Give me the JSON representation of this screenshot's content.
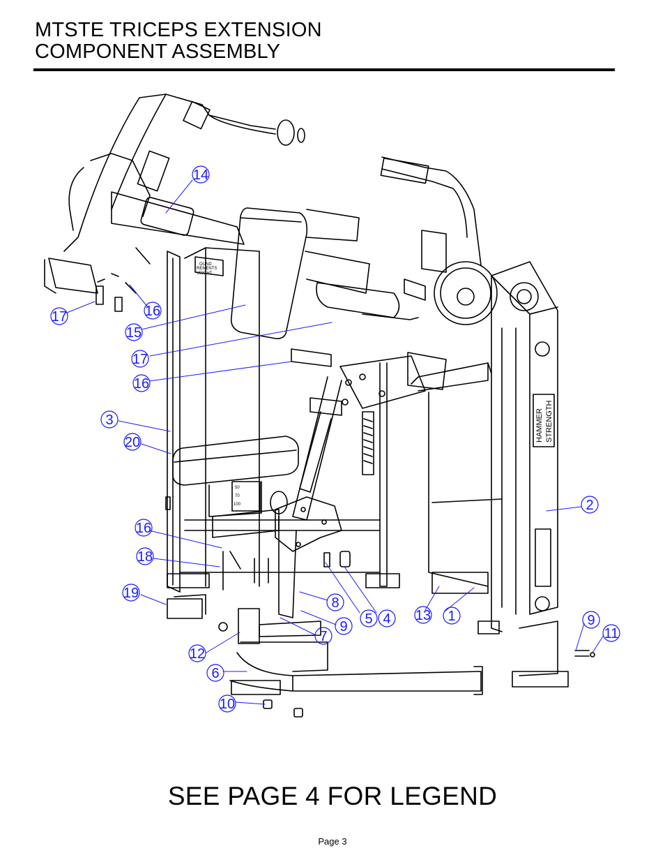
{
  "header": {
    "title_line1": "MTSTE TRICEPS EXTENSION",
    "title_line2": "COMPONENT ASSEMBLY"
  },
  "diagram": {
    "labels": {
      "weight_plate_text_1": "OUND",
      "weight_plate_text_2": "REMENTS",
      "weight_plate_text_3": "VEIGHT",
      "brand_line1": "HAMMER",
      "brand_line2": "STRENGTH",
      "stack_50": "50",
      "stack_70": "70",
      "stack_100": "100"
    },
    "callouts": [
      "14",
      "17",
      "16",
      "15",
      "17",
      "16",
      "3",
      "20",
      "2",
      "16",
      "18",
      "19",
      "8",
      "5",
      "4",
      "13",
      "1",
      "9",
      "7",
      "9",
      "11",
      "12",
      "6",
      "10"
    ]
  },
  "footer": {
    "legend_note": "SEE PAGE 4 FOR LEGEND",
    "page_label": "Page 3"
  },
  "colors": {
    "callout": "#1a1aff",
    "line": "#000000"
  }
}
